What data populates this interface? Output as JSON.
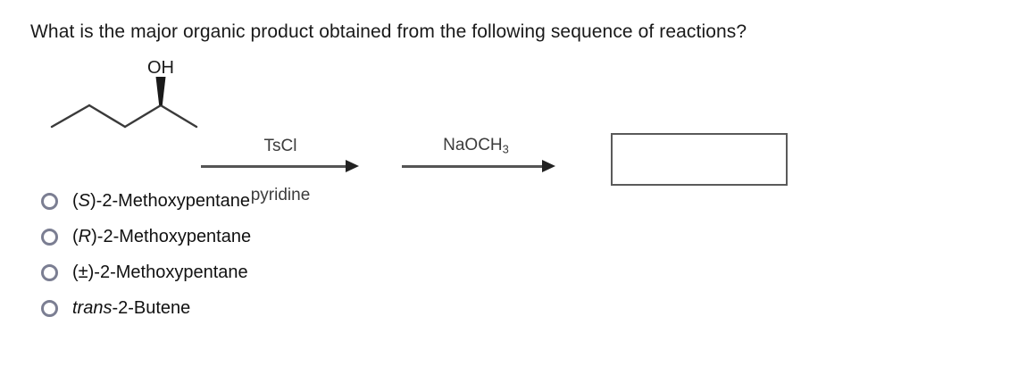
{
  "question": {
    "text": "What is the major organic product obtained from the following sequence of reactions?"
  },
  "reaction": {
    "reactant": {
      "name": "pentan-2-ol",
      "substituent_label": "OH",
      "stereo_bond": "wedge"
    },
    "steps": [
      {
        "arrow": "reaction-arrow",
        "above": "TsCl",
        "below": "pyridine"
      },
      {
        "arrow": "reaction-arrow",
        "above_prefix": "NaOCH",
        "above_subscript": "3",
        "below": ""
      }
    ],
    "product_box": {
      "content": "",
      "state": "empty"
    }
  },
  "options": [
    {
      "id": "option-s-2-methoxypentane",
      "prefix": "(",
      "italic": "S",
      "suffix": ")-2-Methoxypentane",
      "selected": false
    },
    {
      "id": "option-r-2-methoxypentane",
      "prefix": "(",
      "italic": "R",
      "suffix": ")-2-Methoxypentane",
      "selected": false
    },
    {
      "id": "option-racemic-2-methoxypentane",
      "prefix": "(±)-2-Methoxypentane",
      "italic": "",
      "suffix": "",
      "selected": false
    },
    {
      "id": "option-trans-2-butene",
      "prefix": "",
      "italic": "trans",
      "suffix": "-2-Butene",
      "selected": false
    }
  ],
  "colors": {
    "text": "#1a1a1a",
    "reagent_text": "#3c3c3c",
    "radio_outline": "#7b7e92",
    "box_border": "#5a5a5a",
    "bond_stroke": "#3a3a3a",
    "background": "#ffffff"
  }
}
